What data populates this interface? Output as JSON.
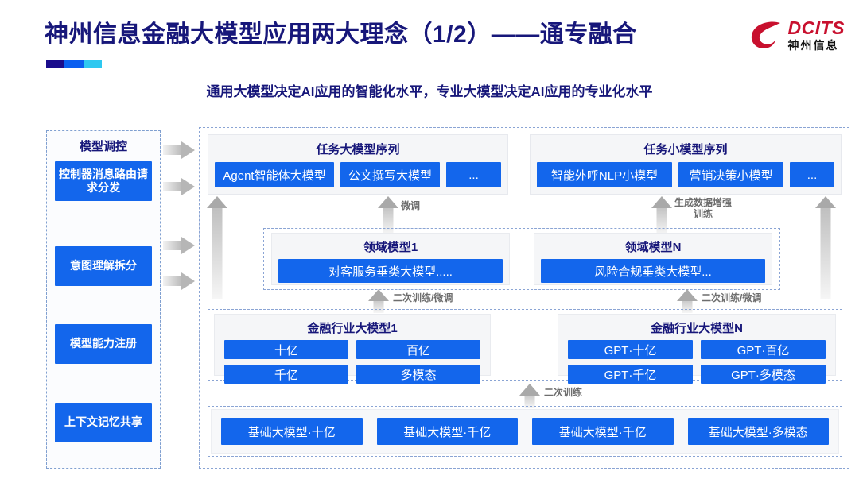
{
  "header": {
    "title": "神州信息金融大模型应用两大理念（1/2）——通专融合",
    "subtitle": "通用大模型决定AI应用的智能化水平，专业大模型决定AI应用的专业化水平",
    "logo_en": "DCITS",
    "logo_cn": "神州信息",
    "accent_colors": [
      "#1a0c8c",
      "#0a5ff0",
      "#2ec8f0"
    ],
    "title_color": "#17177a",
    "brand_red": "#c8102e"
  },
  "left_panel": {
    "title": "模型调控",
    "items": [
      {
        "label": "控制器消息路由请求分发"
      },
      {
        "label": "意图理解拆分"
      },
      {
        "label": "模型能力注册"
      },
      {
        "label": "上下文记忆共享"
      }
    ]
  },
  "diagram": {
    "task_sequences": [
      {
        "title": "任务大模型序列",
        "boxes": [
          "Agent智能体大模型",
          "公文撰写大模型",
          "..."
        ]
      },
      {
        "title": "任务小模型序列",
        "boxes": [
          "智能外呼NLP小模型",
          "营销决策小模型",
          "..."
        ]
      }
    ],
    "domain_models": [
      {
        "title": "领域模型1",
        "bar": "对客服务垂类大模型....."
      },
      {
        "title": "领域模型N",
        "bar": "风险合规垂类大模型..."
      }
    ],
    "industry_models": [
      {
        "title": "金融行业大模型1",
        "cells": [
          "十亿",
          "百亿",
          "千亿",
          "多模态"
        ]
      },
      {
        "title": "金融行业大模型N",
        "cells": [
          "GPT·十亿",
          "GPT·百亿",
          "GPT·千亿",
          "GPT·多模态"
        ]
      }
    ],
    "base_models": {
      "cells": [
        "基础大模型·十亿",
        "基础大模型·千亿",
        "基础大模型·千亿",
        "基础大模型·多模态"
      ]
    },
    "arrow_labels": {
      "fine_tune": "微调",
      "data_augment": "生成数据增强\n训练",
      "retrain_finetune_left": "二次训练/微调",
      "retrain_finetune_right": "二次训练/微调",
      "retrain": "二次训练"
    },
    "box_color": "#1366ec"
  }
}
